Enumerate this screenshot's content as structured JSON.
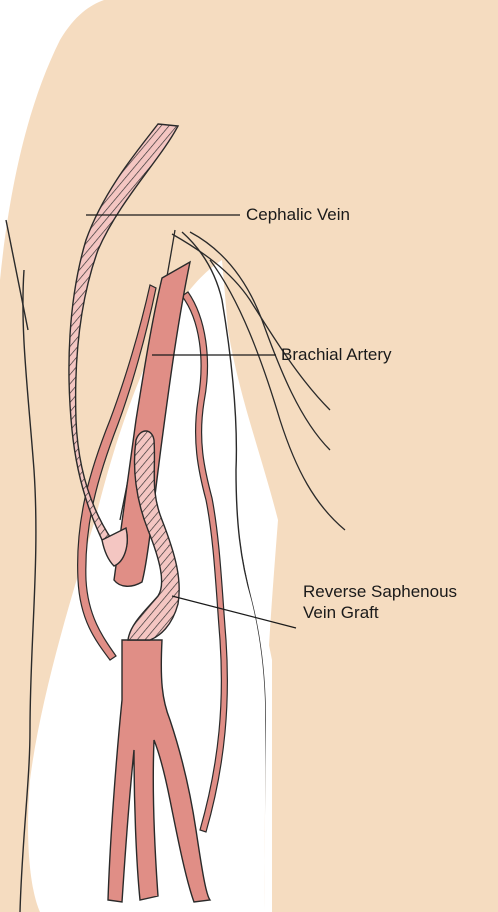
{
  "labels": {
    "cephalic_vein": "Cephalic Vein",
    "brachial_artery": "Brachial Artery",
    "graft_line1": "Reverse Saphenous",
    "graft_line2": "Vein Graft"
  },
  "colors": {
    "skin": "#f5dcc0",
    "artery": "#e08e86",
    "vein": "#f4c6c2",
    "outline": "#2a2a2a",
    "leader": "#1a1a1a"
  }
}
